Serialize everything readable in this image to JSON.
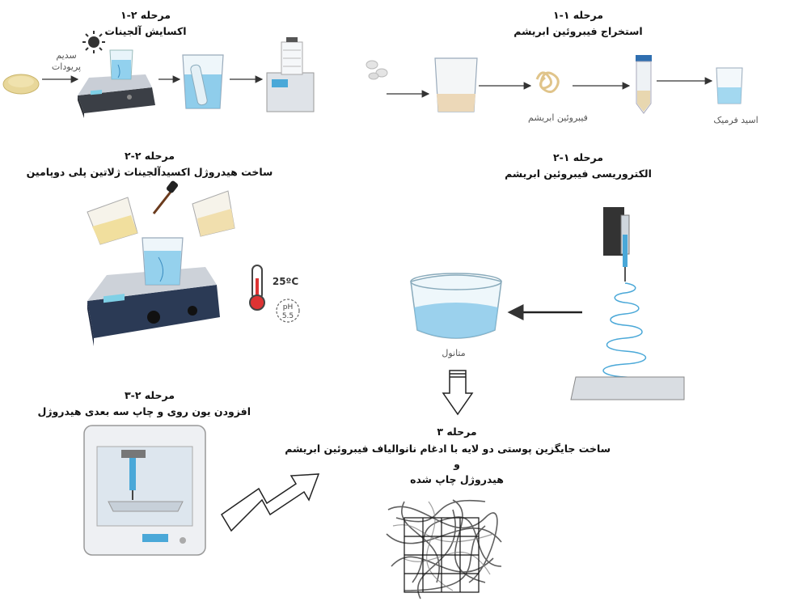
{
  "stage_1_1": {
    "title": "مرحله ۱-۱",
    "subtitle": "استخراج فیبروئین ابریشم",
    "label_fibroin": "فیبروئین ابریشم",
    "label_acid": "اسید فرمیک"
  },
  "stage_2_1": {
    "title": "مرحله ۲-۱",
    "subtitle": "اکسایش آلجینات",
    "label_periodate": "سدیم\nپریودات"
  },
  "stage_1_2": {
    "title": "مرحله ۱-۲",
    "subtitle": "الکتروریسی فیبروئین ابریشم",
    "label_methanol": "متانول"
  },
  "stage_2_2": {
    "title": "مرحله ۲-۲",
    "subtitle": "ساخت هیدروژل اکسیدآلجینات  ژلاتین  پلی دوپامین",
    "temp": "25ºC",
    "ph_label": "pH",
    "ph_value": "5.5"
  },
  "stage_2_3": {
    "title": "مرحله ۲-۳",
    "subtitle": "افزودن یون روی و چاپ سه بعدی هیدروژل"
  },
  "stage_3": {
    "title": "مرحله ۳",
    "line1": "ساخت جایگزین پوستی دو لایه با ادغام نانوالیاف فیبروئین ابریشم",
    "line2": "و",
    "line3": "هیدروژل چاپ شده"
  },
  "colors": {
    "blue": "#4aa8d8",
    "dark": "#1f2d3d",
    "hotplate": "#2b3a55"
  }
}
